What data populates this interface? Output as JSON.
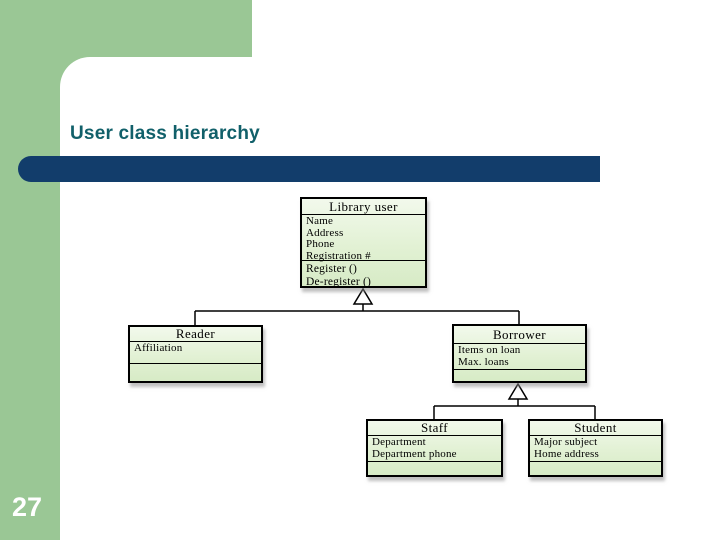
{
  "slide": {
    "title": "User class hierarchy",
    "page_number": "27"
  },
  "colors": {
    "sidebar_green": "#9ac795",
    "title_bar_navy": "#123d6b",
    "title_text_teal": "#11606a",
    "uml_box_fill_light": "#f2f9ec",
    "uml_box_fill_dark": "#d7ebc6",
    "uml_border": "#000000"
  },
  "diagram": {
    "type": "uml-class-hierarchy",
    "classes": [
      {
        "name": "Library user",
        "attributes": [
          "Name",
          "Address",
          "Phone",
          "Registration #"
        ],
        "methods": [
          "Register ()",
          "De-register ()"
        ]
      },
      {
        "name": "Reader",
        "attributes": [
          "Affiliation"
        ],
        "methods": []
      },
      {
        "name": "Borrower",
        "attributes": [
          "Items on loan",
          "Max. loans"
        ],
        "methods": []
      },
      {
        "name": "Staff",
        "attributes": [
          "Department",
          "Department phone"
        ],
        "methods": []
      },
      {
        "name": "Student",
        "attributes": [
          "Major subject",
          "Home address"
        ],
        "methods": []
      }
    ],
    "relationships": [
      {
        "type": "generalization",
        "parent": "Library user",
        "children": [
          "Reader",
          "Borrower"
        ]
      },
      {
        "type": "generalization",
        "parent": "Borrower",
        "children": [
          "Staff",
          "Student"
        ]
      }
    ]
  }
}
